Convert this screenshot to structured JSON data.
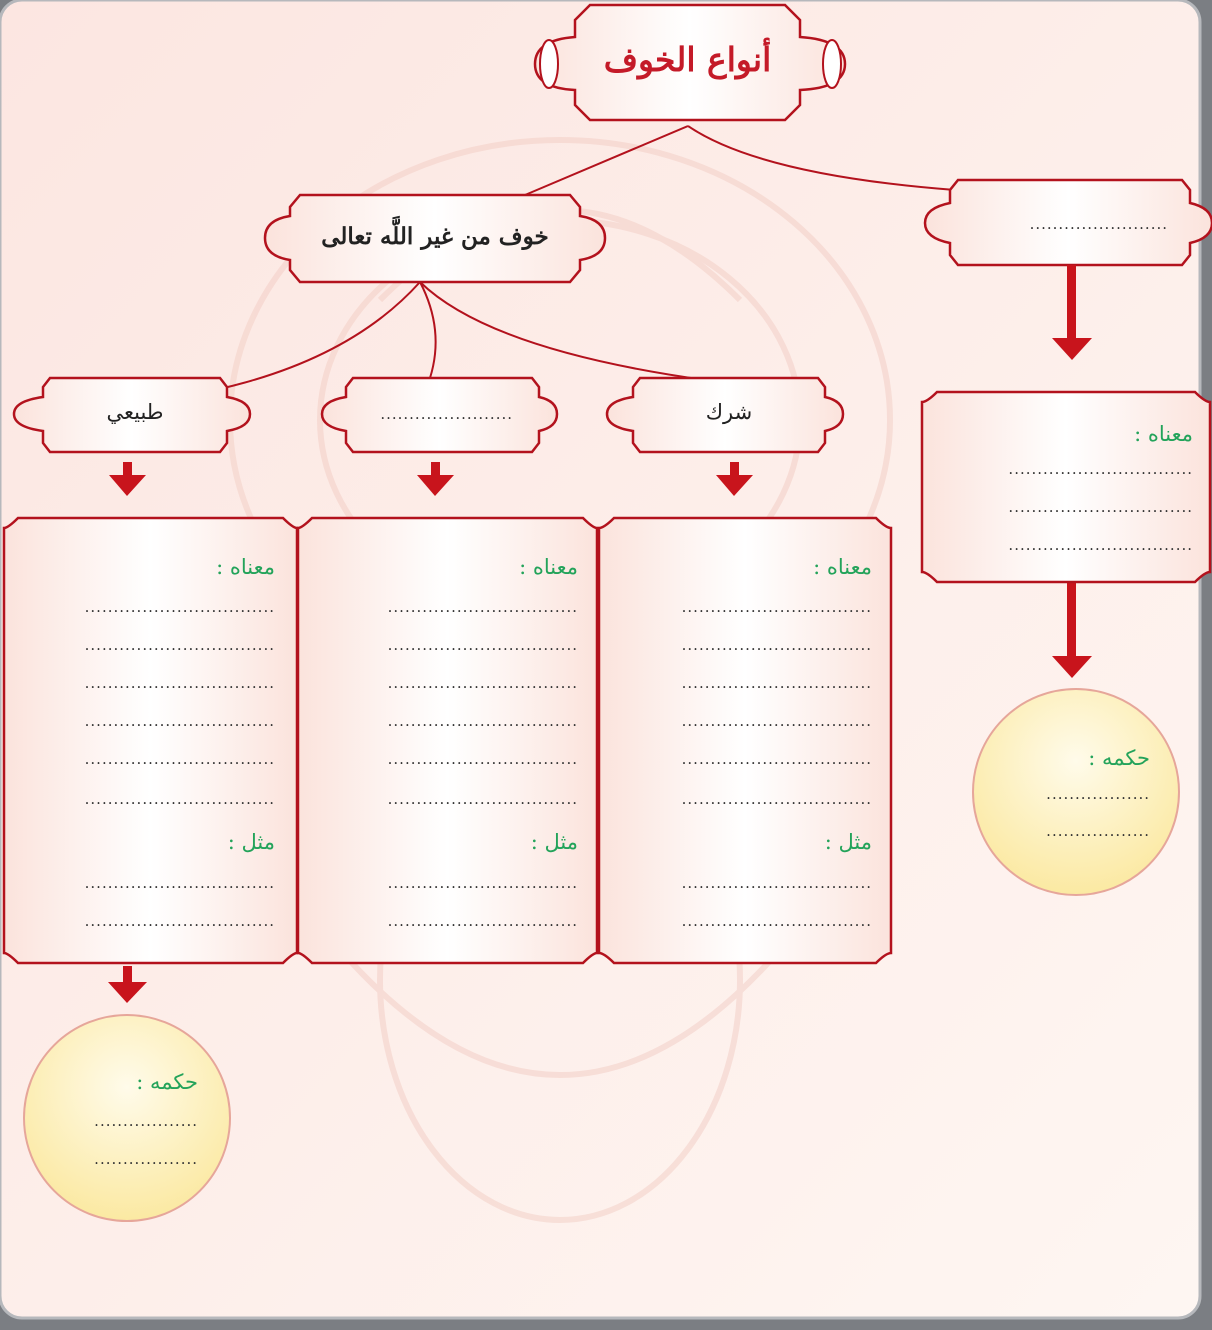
{
  "diagram": {
    "title": "أنواع الخوف",
    "branch_right_blank": "........................",
    "branch_left": "خوف من غير اللَّه تعالى",
    "sub_categories": [
      {
        "label": "شرك"
      },
      {
        "label": "......................."
      },
      {
        "label": "طبيعي"
      }
    ],
    "labels": {
      "meaning": "معناه :",
      "example": "مثل :",
      "ruling": "حكمه :"
    },
    "dotted_line_long": ".................................",
    "dotted_line_short": "..................",
    "dotted_line_ruling": "..................",
    "dotted_line_right": "................................"
  },
  "colors": {
    "border": "#b3121d",
    "arrow": "#c8141c",
    "label_green": "#23a35a",
    "title_red": "#c41a28",
    "page_background": "#fdeeea",
    "circle_fill": "#fdf2b9",
    "circle_border": "#e6a69a"
  }
}
